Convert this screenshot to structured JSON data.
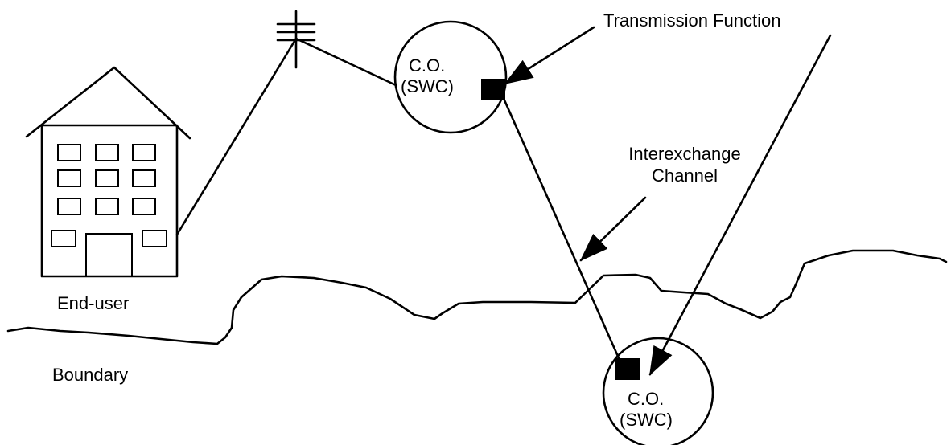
{
  "labels": {
    "transmission_function": "Transmission Function",
    "interexchange_line1": "Interexchange",
    "interexchange_line2": "Channel",
    "end_user": "End-user",
    "boundary": "Boundary",
    "co_top_line1": "C.O.",
    "co_top_line2": "(SWC)",
    "co_bottom_line1": "C.O.",
    "co_bottom_line2": "(SWC)"
  },
  "colors": {
    "stroke": "#000000",
    "background": "#ffffff"
  }
}
